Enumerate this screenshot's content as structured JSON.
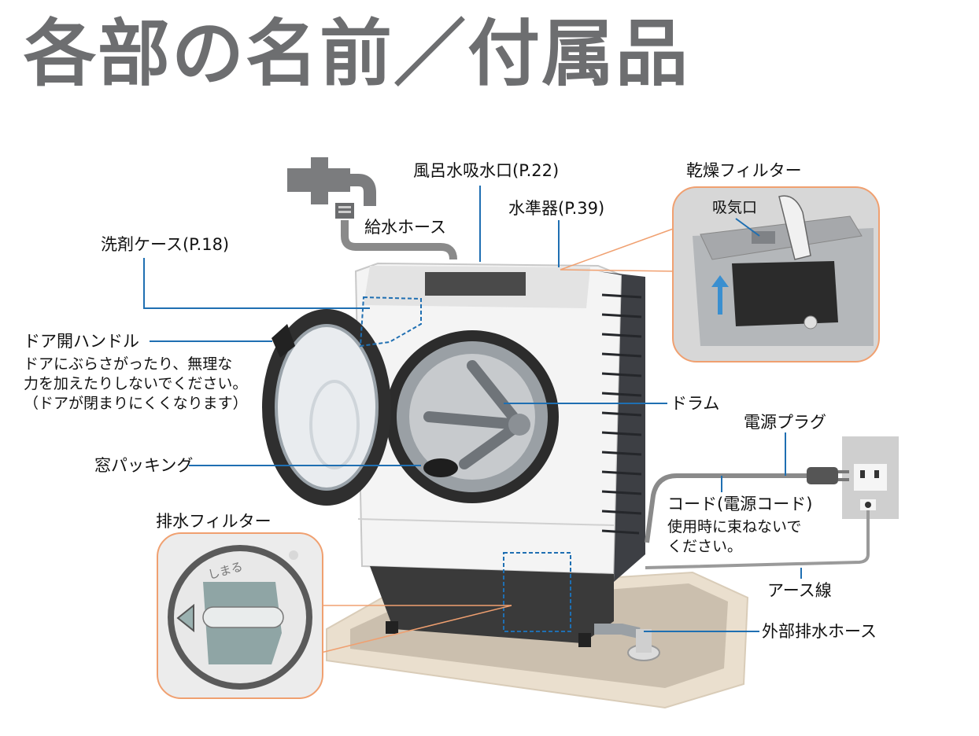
{
  "title": "各部の名前／付属品",
  "labels": {
    "furo_suikyusui": "風呂水吸水口(P.22)",
    "kansou_filter": "乾燥フィルター",
    "suijunki": "水準器(P.39)",
    "kyukiguchi": "吸気口",
    "kyusui_hose": "給水ホース",
    "senzai_case": "洗剤ケース(P.18)",
    "door_handle": "ドア開ハンドル",
    "door_note": [
      "ドアにぶらさがったり、無理な",
      "力を加えたりしないでください。",
      "（ドアが閉まりにくくなります）"
    ],
    "drum": "ドラム",
    "dengen_plug": "電源プラグ",
    "mado_packing": "窓パッキング",
    "cord": "コード(電源コード)",
    "cord_note": [
      "使用時に束ねないで",
      "ください。"
    ],
    "haisui_filter": "排水フィルター",
    "earth": "アース線",
    "gaibu_haisui": "外部排水ホース",
    "shimaru": "しまる"
  },
  "colors": {
    "leader_line": "#1f6fb2",
    "callout_border": "#f0a070",
    "title_gray": "#6d6e70",
    "hose_gray": "#8a8a8a"
  }
}
